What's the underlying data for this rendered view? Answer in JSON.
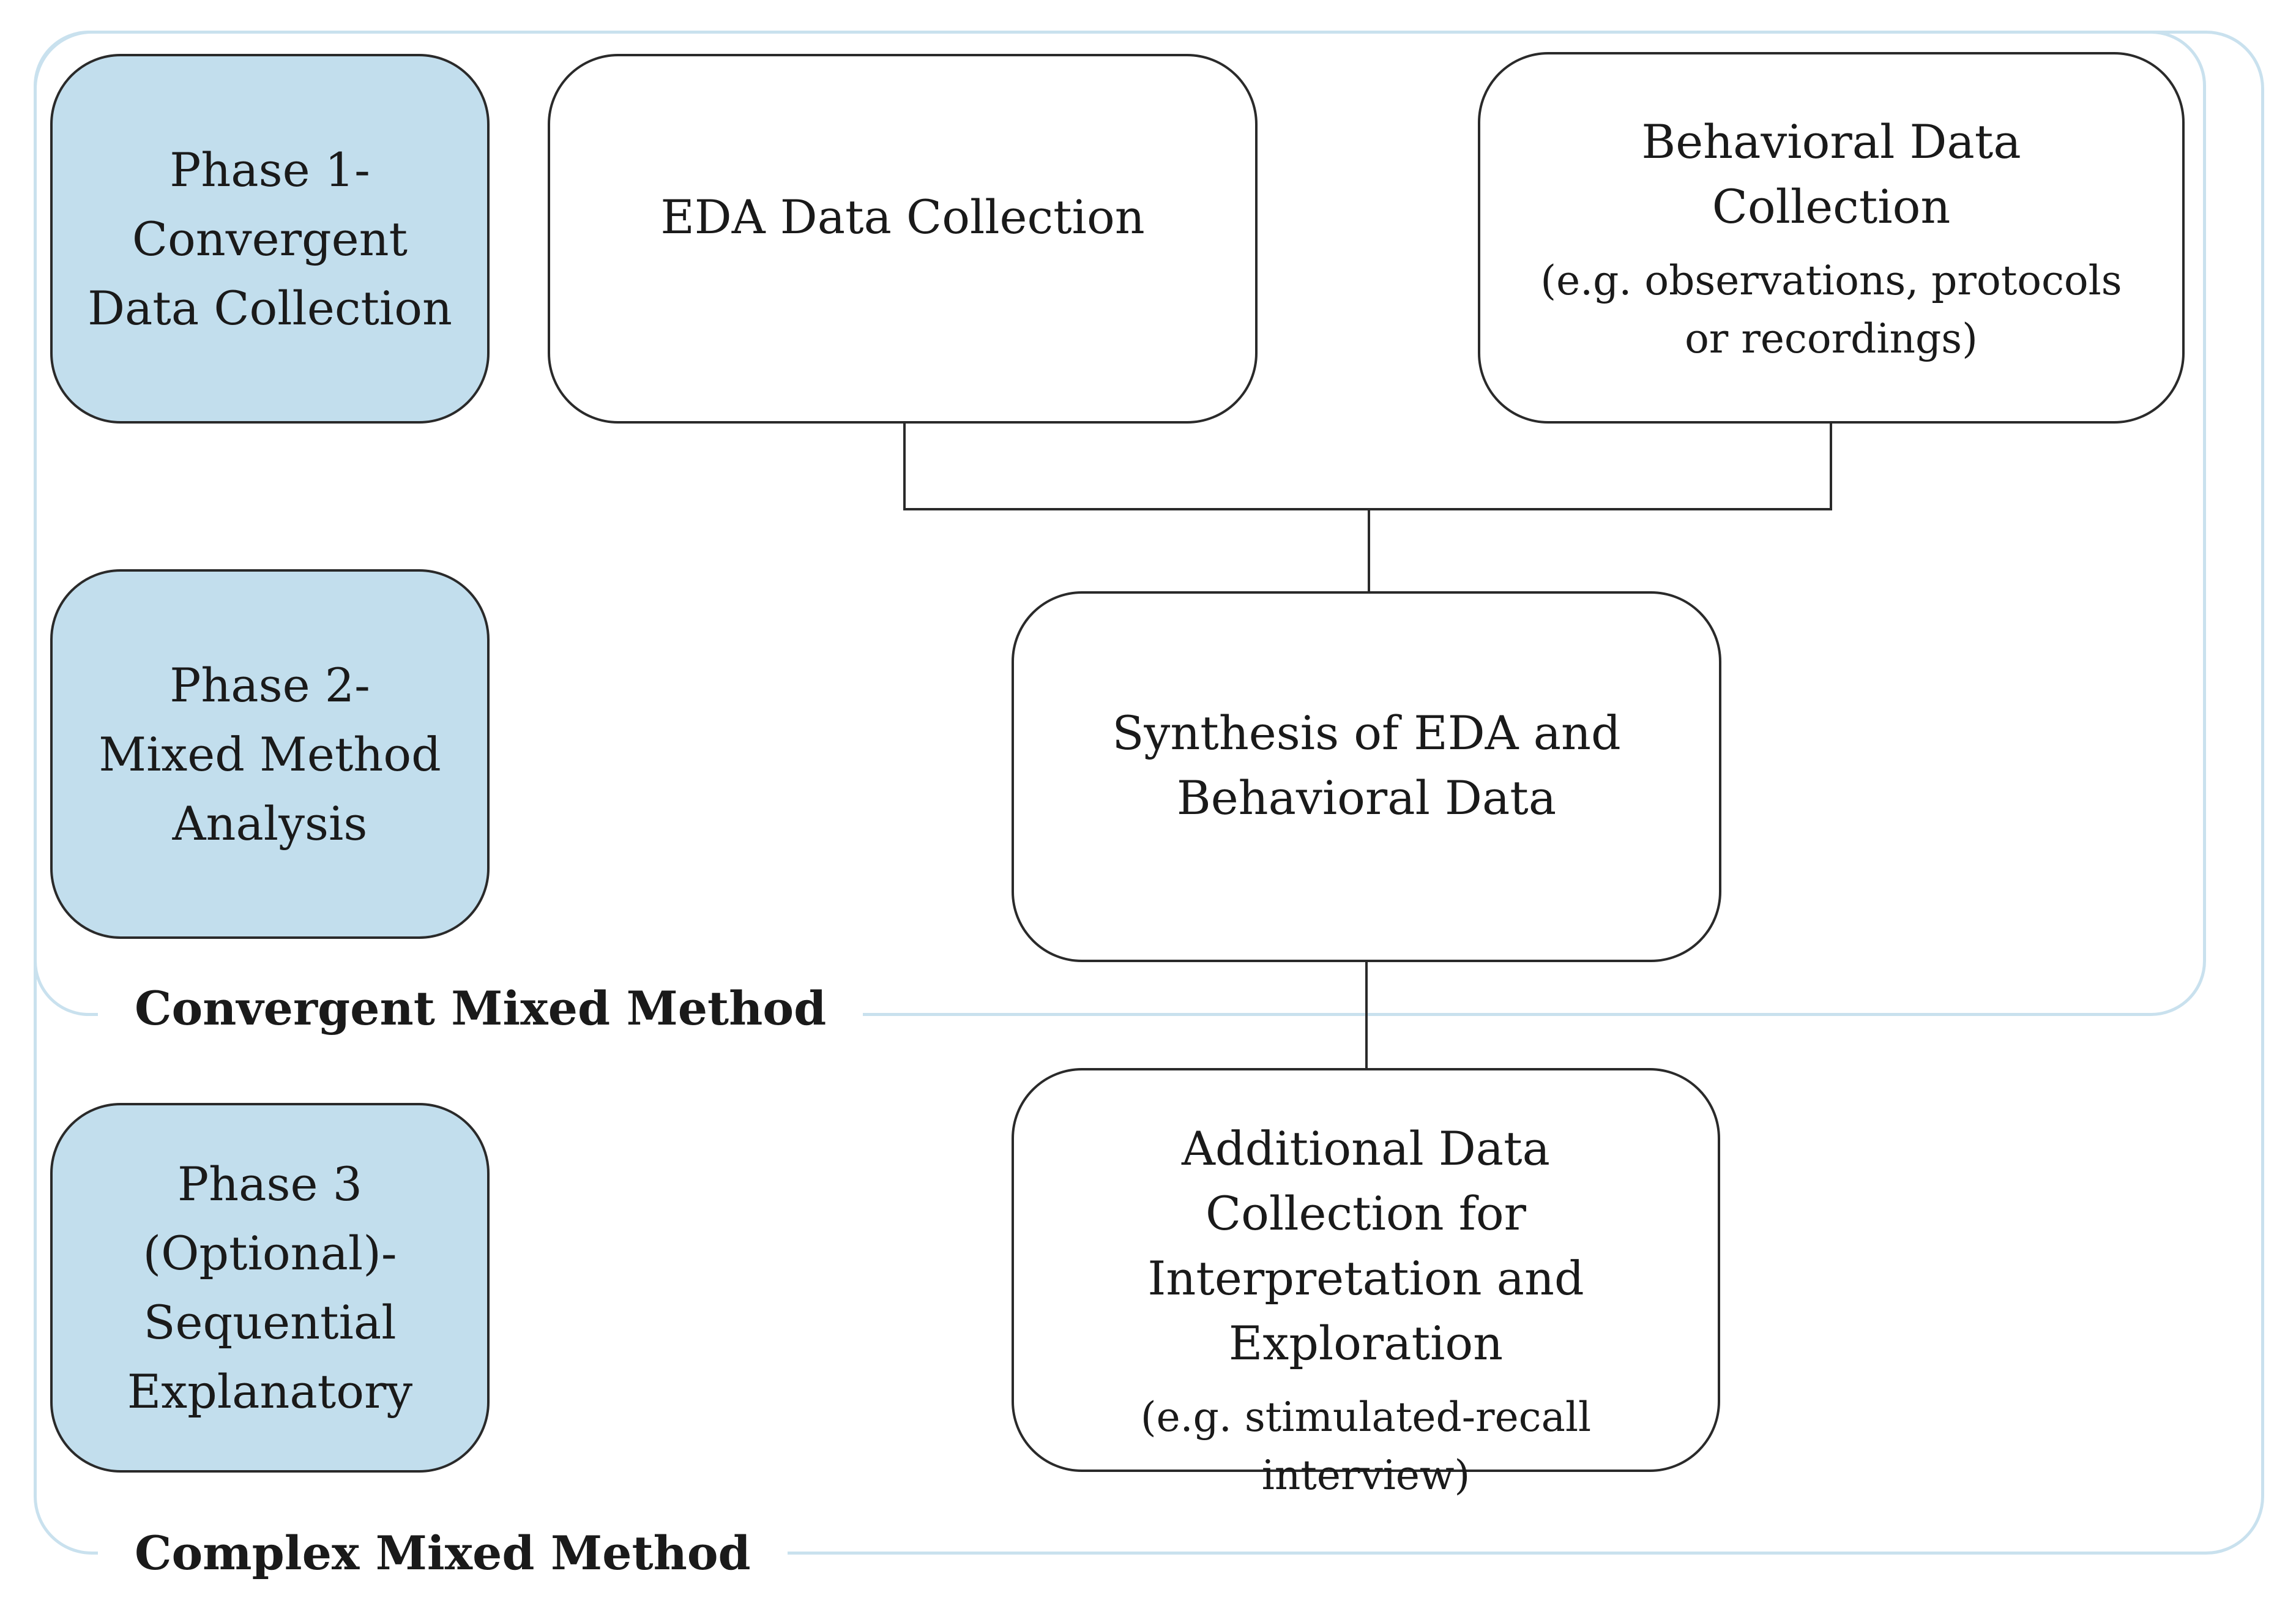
{
  "frames": {
    "outer_label": "Complex Mixed Method",
    "inner_label": "Convergent Mixed Method"
  },
  "phases": [
    {
      "lines": [
        "Phase 1-",
        "Convergent",
        "Data Collection"
      ]
    },
    {
      "lines": [
        "Phase 2-",
        "Mixed Method",
        "Analysis"
      ]
    },
    {
      "lines": [
        "Phase 3",
        "(Optional)-",
        "Sequential",
        "Explanatory"
      ]
    }
  ],
  "boxes": {
    "eda": {
      "title": "EDA Data Collection"
    },
    "behavioral": {
      "title": "Behavioral Data Collection",
      "note": "(e.g. observations, protocols or recordings)"
    },
    "synthesis": {
      "title": "Synthesis of EDA and Behavioral Data"
    },
    "additional": {
      "title": "Additional Data Collection for Interpretation and Exploration",
      "note": "(e.g. stimulated-recall interview)"
    }
  },
  "colors": {
    "phase_fill": "#c2deed",
    "frame_stroke": "#c9e1ee",
    "box_stroke": "#2a2a2a"
  }
}
